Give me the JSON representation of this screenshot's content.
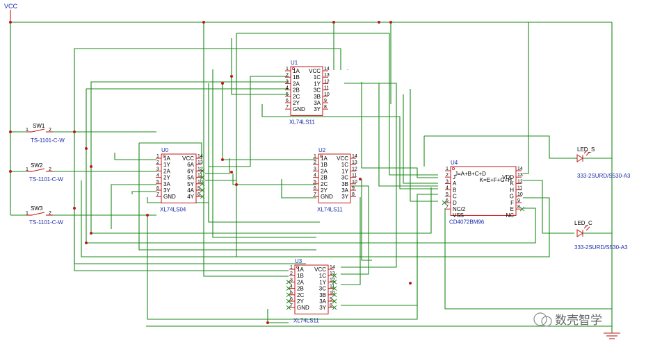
{
  "vcc_label": "VCC",
  "switches": [
    {
      "ref": "SW1",
      "part": "TS-1101-C-W",
      "pin1": "1",
      "pin2": "2"
    },
    {
      "ref": "SW2",
      "part": "TS-1101-C-W",
      "pin1": "1",
      "pin2": "2"
    },
    {
      "ref": "SW3",
      "part": "TS-1101-C-W",
      "pin1": "1",
      "pin2": "2"
    }
  ],
  "chips": {
    "U0": {
      "ref": "U0",
      "part": "XL74LS04",
      "left": [
        [
          "1",
          "1A"
        ],
        [
          "2",
          "1Y"
        ],
        [
          "3",
          "2A"
        ],
        [
          "4",
          "2Y"
        ],
        [
          "5",
          "3A"
        ],
        [
          "6",
          "3Y"
        ],
        [
          "7",
          "GND"
        ]
      ],
      "right": [
        [
          "14",
          "VCC"
        ],
        [
          "13",
          "6A"
        ],
        [
          "12",
          "6Y"
        ],
        [
          "11",
          "5A"
        ],
        [
          "10",
          "5Y"
        ],
        [
          "9",
          "4A"
        ],
        [
          "8",
          "4Y"
        ]
      ]
    },
    "U1": {
      "ref": "U1",
      "part": "XL74LS11",
      "left": [
        [
          "1",
          "1A"
        ],
        [
          "2",
          "1B"
        ],
        [
          "3",
          "2A"
        ],
        [
          "4",
          "2B"
        ],
        [
          "5",
          "2C"
        ],
        [
          "6",
          "2Y"
        ],
        [
          "7",
          "GND"
        ]
      ],
      "right": [
        [
          "14",
          "VCC"
        ],
        [
          "13",
          "1C"
        ],
        [
          "12",
          "1Y"
        ],
        [
          "11",
          "3C"
        ],
        [
          "10",
          "3B"
        ],
        [
          "9",
          "3A"
        ],
        [
          "8",
          "3Y"
        ]
      ]
    },
    "U2": {
      "ref": "U2",
      "part": "XL74LS11",
      "left": [
        [
          "1",
          "1A"
        ],
        [
          "2",
          "1B"
        ],
        [
          "3",
          "2A"
        ],
        [
          "4",
          "2B"
        ],
        [
          "5",
          "2C"
        ],
        [
          "6",
          "2Y"
        ],
        [
          "7",
          "GND"
        ]
      ],
      "right": [
        [
          "14",
          "VCC"
        ],
        [
          "13",
          "1C"
        ],
        [
          "12",
          "1Y"
        ],
        [
          "11",
          "3C"
        ],
        [
          "10",
          "3B"
        ],
        [
          "9",
          "3A"
        ],
        [
          "8",
          "3Y"
        ]
      ]
    },
    "U3": {
      "ref": "U3",
      "part": "XL74LS11",
      "left": [
        [
          "1",
          "1A"
        ],
        [
          "2",
          "1B"
        ],
        [
          "3",
          "2A"
        ],
        [
          "4",
          "2B"
        ],
        [
          "5",
          "2C"
        ],
        [
          "6",
          "2Y"
        ],
        [
          "7",
          "GND"
        ]
      ],
      "right": [
        [
          "14",
          "VCC"
        ],
        [
          "13",
          "1C"
        ],
        [
          "12",
          "1Y"
        ],
        [
          "11",
          "3C"
        ],
        [
          "10",
          "3B"
        ],
        [
          "9",
          "3A"
        ],
        [
          "8",
          "3Y"
        ]
      ]
    },
    "U4": {
      "ref": "U4",
      "part": "CD4072BM96",
      "eq1": "J=A+B+C+D",
      "eq2": "K=E+F+G+H",
      "left": [
        [
          "1",
          "J"
        ],
        [
          "2",
          "A"
        ],
        [
          "3",
          "B"
        ],
        [
          "4",
          "C"
        ],
        [
          "5",
          "D"
        ],
        [
          "6",
          "NC/2"
        ],
        [
          "7",
          "VSS"
        ]
      ],
      "right": [
        [
          "14",
          "VDD"
        ],
        [
          "13",
          "K"
        ],
        [
          "12",
          "H"
        ],
        [
          "11",
          "G"
        ],
        [
          "10",
          "F"
        ],
        [
          "9",
          "E"
        ],
        [
          "8",
          "NC"
        ]
      ]
    }
  },
  "leds": [
    {
      "ref": "LED_S",
      "part": "333-2SURD/S530-A3"
    },
    {
      "ref": "LED_C",
      "part": "333-2SURD/S530-A3"
    }
  ],
  "watermark": "数壳智学"
}
